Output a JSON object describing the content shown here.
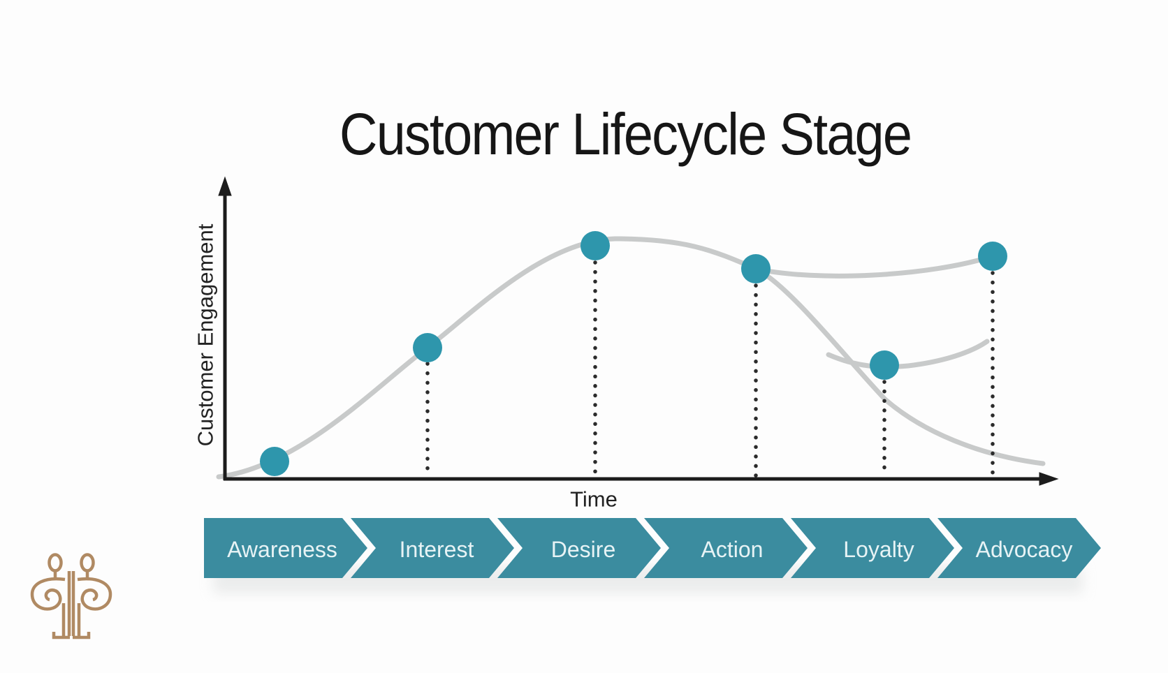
{
  "title": "Customer Lifecycle Stage",
  "axes": {
    "y_label": "Customer Engagement",
    "x_label": "Time"
  },
  "stages": [
    {
      "label": "Awareness"
    },
    {
      "label": "Interest"
    },
    {
      "label": "Desire"
    },
    {
      "label": "Action"
    },
    {
      "label": "Loyalty"
    },
    {
      "label": "Advocacy"
    }
  ],
  "colors": {
    "chevron_teal": "#3b8c9f",
    "dot_teal": "#2e96ac",
    "curve_gray": "#c8caca",
    "axis_black": "#1c1c1c",
    "dotted_line": "#2b2b2b",
    "stage_label_text": "#e7f3f5",
    "title_text": "#161616",
    "logo_tan": "#b08a63"
  },
  "chart_data": {
    "type": "line",
    "title": "Customer Lifecycle Stage",
    "xlabel": "Time",
    "ylabel": "Customer Engagement",
    "x_categories": [
      "Awareness",
      "Interest",
      "Desire",
      "Action",
      "Loyalty",
      "Advocacy"
    ],
    "axis_numeric": false,
    "grid": false,
    "legend": false,
    "markers": [
      {
        "stage": "Awareness",
        "engagement": 0.06
      },
      {
        "stage": "Interest",
        "engagement": 0.44
      },
      {
        "stage": "Desire",
        "engagement": 0.78
      },
      {
        "stage": "Action",
        "engagement": 0.7
      },
      {
        "stage": "Loyalty",
        "engagement": 0.38
      },
      {
        "stage": "Advocacy",
        "engagement": 0.75
      }
    ],
    "series": [
      {
        "name": "engagement-curve",
        "description": "rises from Awareness through Interest, peaks near Desire, declines after Action toward zero at far right"
      },
      {
        "name": "advocacy-branch",
        "description": "splits at Action, stays high with slight dip, ends at Advocacy marker"
      },
      {
        "name": "loyalty-recovery-branch",
        "description": "splits from declining curve, bottoms at Loyalty marker, rises again toward Advocacy"
      }
    ]
  },
  "logo": {
    "name": "two-mirrored-spiral-figures"
  }
}
